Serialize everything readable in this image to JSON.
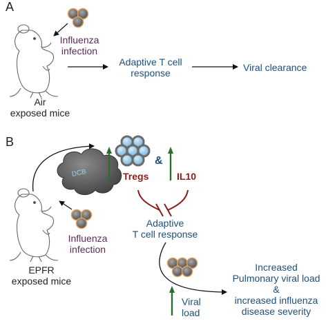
{
  "panel_a": {
    "label": "A",
    "infection": [
      "Influenza",
      "infection"
    ],
    "mice": [
      "Air",
      "exposed mice"
    ],
    "response": [
      "Adaptive T cell",
      "response"
    ],
    "outcome": "Viral clearance"
  },
  "panel_b": {
    "label": "B",
    "particle": "DCB",
    "ampersand": "&",
    "tregs": "Tregs",
    "il10": "IL10",
    "response": [
      "Adaptive",
      "T cell response"
    ],
    "infection": [
      "Influenza",
      "infection"
    ],
    "mice": [
      "EPFR",
      "exposed mice"
    ],
    "outcome": [
      "Increased",
      "Pulmonary viral load",
      "&",
      "increased influenza",
      "disease severity"
    ],
    "viral_load": [
      "Viral",
      "load"
    ]
  },
  "colors": {
    "blue_text": "#1c4f7d",
    "purple_text": "#5b2a58",
    "inhibition": "#8a1c1c",
    "increase_arrow": "#2e6b2e",
    "treg_cell": "#9ecbe8",
    "virus": "#6d6d6d",
    "virus_ring": "#e0a060",
    "dcb_cloud": "#5a5a5a"
  }
}
